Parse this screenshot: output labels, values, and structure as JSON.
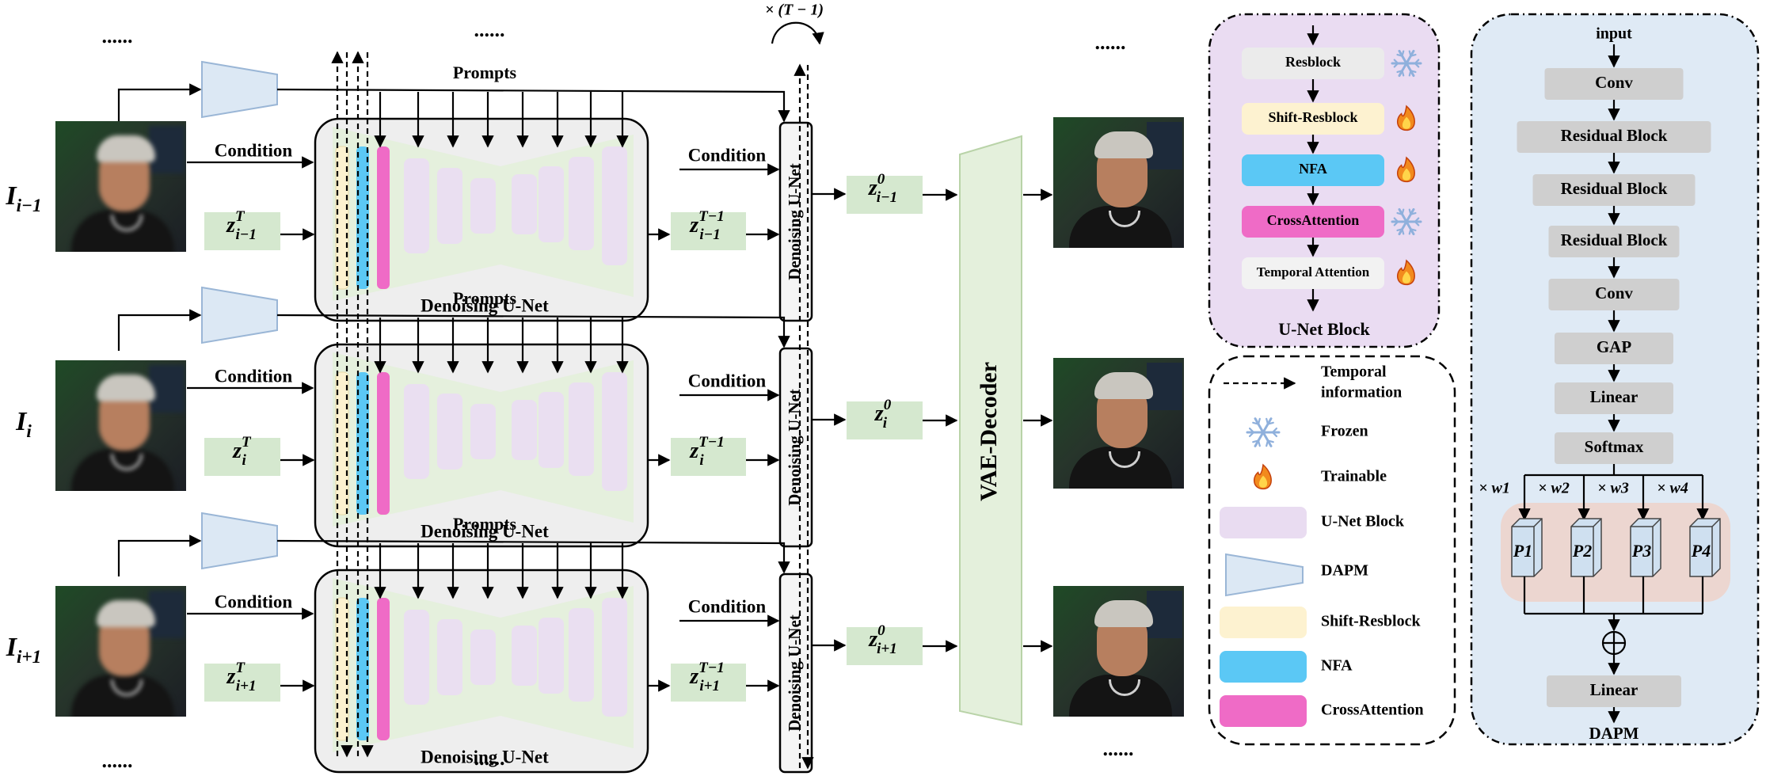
{
  "rows": [
    {
      "input_label": "I",
      "input_sub": "i−1",
      "noise": "z",
      "noise_sup": "T",
      "noise_sub": "i−1",
      "mid": "z",
      "mid_sup": "T−1",
      "mid_sub": "i−1",
      "out": "z",
      "out_sup": "0",
      "out_sub": "i−1"
    },
    {
      "input_label": "I",
      "input_sub": "i",
      "noise": "z",
      "noise_sup": "T",
      "noise_sub": "i",
      "mid": "z",
      "mid_sup": "T−1",
      "mid_sub": "i",
      "out": "z",
      "out_sup": "0",
      "out_sub": "i"
    },
    {
      "input_label": "I",
      "input_sub": "i+1",
      "noise": "z",
      "noise_sup": "T",
      "noise_sub": "i+1",
      "mid": "z",
      "mid_sup": "T−1",
      "mid_sub": "i+1",
      "out": "z",
      "out_sup": "0",
      "out_sub": "i+1"
    }
  ],
  "labels": {
    "prompts": "Prompts",
    "condition": "Condition",
    "denoising_unet": "Denoising U-Net",
    "vae_decoder": "VAE-Decoder",
    "ellipsis": "......",
    "repeat": "× (T − 1)"
  },
  "unet_block": {
    "title": "U-Net Block",
    "items": [
      {
        "label": "Resblock",
        "state": "frozen",
        "color": "#ebebeb"
      },
      {
        "label": "Shift-Resblock",
        "state": "trainable",
        "color": "#fdf2d0"
      },
      {
        "label": "NFA",
        "state": "trainable",
        "color": "#5bc8f5"
      },
      {
        "label": "CrossAttention",
        "state": "frozen",
        "color": "#ef6bc6"
      },
      {
        "label": "Temporal Attention",
        "state": "trainable",
        "color": "#f2f2f2"
      }
    ]
  },
  "legend": {
    "items": [
      {
        "label": "Temporal\ninformation",
        "kind": "dashed-arrow"
      },
      {
        "label": "Frozen",
        "kind": "snowflake-icon"
      },
      {
        "label": "Trainable",
        "kind": "flame-icon"
      },
      {
        "label": "U-Net Block",
        "kind": "swatch",
        "color": "#e9dcf1"
      },
      {
        "label": "DAPM",
        "kind": "trapezoid",
        "color": "#dce8f4"
      },
      {
        "label": "Shift-Resblock",
        "kind": "swatch",
        "color": "#fdf2d0"
      },
      {
        "label": "NFA",
        "kind": "swatch",
        "color": "#5bc8f5"
      },
      {
        "label": "CrossAttention",
        "kind": "swatch",
        "color": "#ef6bc6"
      }
    ]
  },
  "dapm": {
    "input": "input",
    "blocks": [
      "Conv",
      "Residual Block",
      "Residual Block",
      "Residual Block",
      "Conv",
      "GAP",
      "Linear",
      "Softmax"
    ],
    "weights": [
      "× w1",
      "× w2",
      "× w3",
      "× w4"
    ],
    "pools": [
      "P1",
      "P2",
      "P3",
      "P4"
    ],
    "final": "Linear",
    "title": "DAPM"
  },
  "colors": {
    "green_box": "#d5e8cf",
    "unet_fill": "#eeeeee",
    "unet_bar": "#eadff1",
    "unet_block_bg": "#eadcf2",
    "dapm_bg": "#dfeaf5",
    "dapm_block": "#cfcfcf",
    "pool_bg": "#ecd6d0",
    "vae": "#e4f0dc"
  }
}
